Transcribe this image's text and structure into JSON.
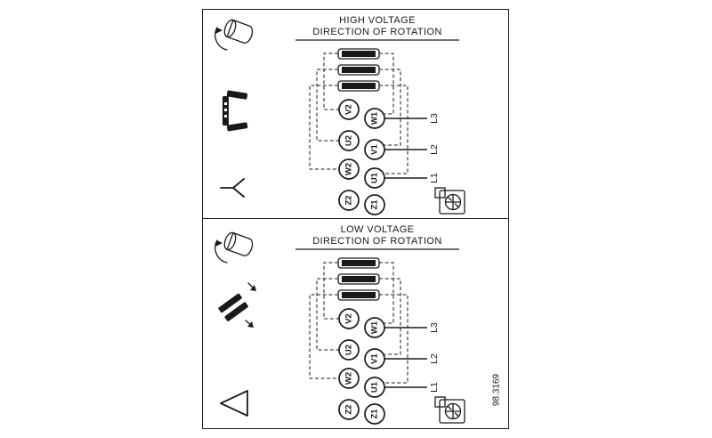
{
  "figure": {
    "ref_number": "98.3169",
    "background": "#ffffff",
    "line_color": "#1a1a1a"
  },
  "panels": [
    {
      "id": "high-voltage",
      "title_line1": "HIGH VOLTAGE",
      "title_line2": "DIRECTION OF ROTATION",
      "connection_type": "star",
      "icons": [
        "shaft-rotation-icon",
        "jumper-bars-icon",
        "star-connection-icon",
        "earth-terminal-icon"
      ],
      "terminals_left": [
        "V2",
        "U2",
        "W2",
        "Z2"
      ],
      "terminals_right": [
        "W1",
        "V1",
        "U1",
        "Z1"
      ],
      "line_labels": [
        "L3",
        "L2",
        "L1"
      ]
    },
    {
      "id": "low-voltage",
      "title_line1": "LOW VOLTAGE",
      "title_line2": "DIRECTION OF ROTATION",
      "connection_type": "delta",
      "icons": [
        "shaft-rotation-icon",
        "jumper-placement-icon",
        "delta-connection-icon",
        "earth-terminal-icon"
      ],
      "terminals_left": [
        "V2",
        "U2",
        "W2",
        "Z2"
      ],
      "terminals_right": [
        "W1",
        "V1",
        "U1",
        "Z1"
      ],
      "line_labels": [
        "L3",
        "L2",
        "L1"
      ]
    }
  ]
}
